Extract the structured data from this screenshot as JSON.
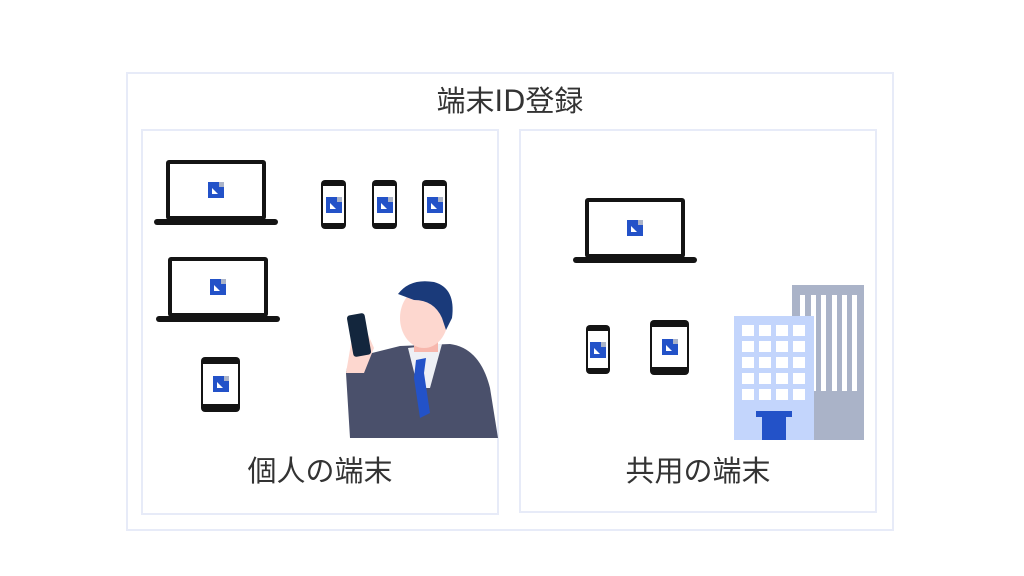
{
  "title": "端末ID登録",
  "panels": [
    {
      "label": "個人の端末"
    },
    {
      "label": "共用の端末"
    }
  ],
  "colors": {
    "border": "#e7ebf8",
    "app_blue": "#2352c8",
    "device": "#141414",
    "building_front": "#c3d5fc",
    "building_back": "#aab3c8"
  }
}
